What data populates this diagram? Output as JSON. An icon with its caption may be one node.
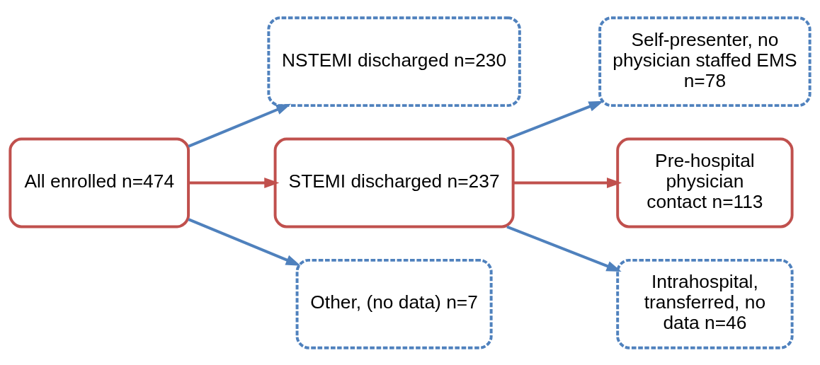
{
  "diagram": {
    "nodes": [
      {
        "text": [
          "All enrolled n=474"
        ]
      },
      {
        "text": [
          "NSTEMI discharged n=230"
        ]
      },
      {
        "text": [
          "STEMI discharged n=237"
        ]
      },
      {
        "text": [
          "Other, (no data) n=7"
        ]
      },
      {
        "text": [
          "Self-presenter, no physician staffed EMS n=78"
        ]
      },
      {
        "text": [
          "Pre-hospital physician contact n=113"
        ]
      },
      {
        "text": [
          "Intrahospital, transferred, no data n=46"
        ]
      }
    ],
    "edges": [
      {
        "from": 0,
        "to": 1,
        "arrow": "to"
      },
      {
        "from": 0,
        "to": 2,
        "arrow": "to",
        "color": "#c0504d"
      },
      {
        "from": 0,
        "to": 3,
        "arrow": "to"
      },
      {
        "from": 2,
        "to": 4,
        "arrow": "to"
      },
      {
        "from": 2,
        "to": 5,
        "arrow": "to",
        "color": "#c0504d"
      },
      {
        "from": 2,
        "to": 6,
        "arrow": "to"
      }
    ]
  }
}
